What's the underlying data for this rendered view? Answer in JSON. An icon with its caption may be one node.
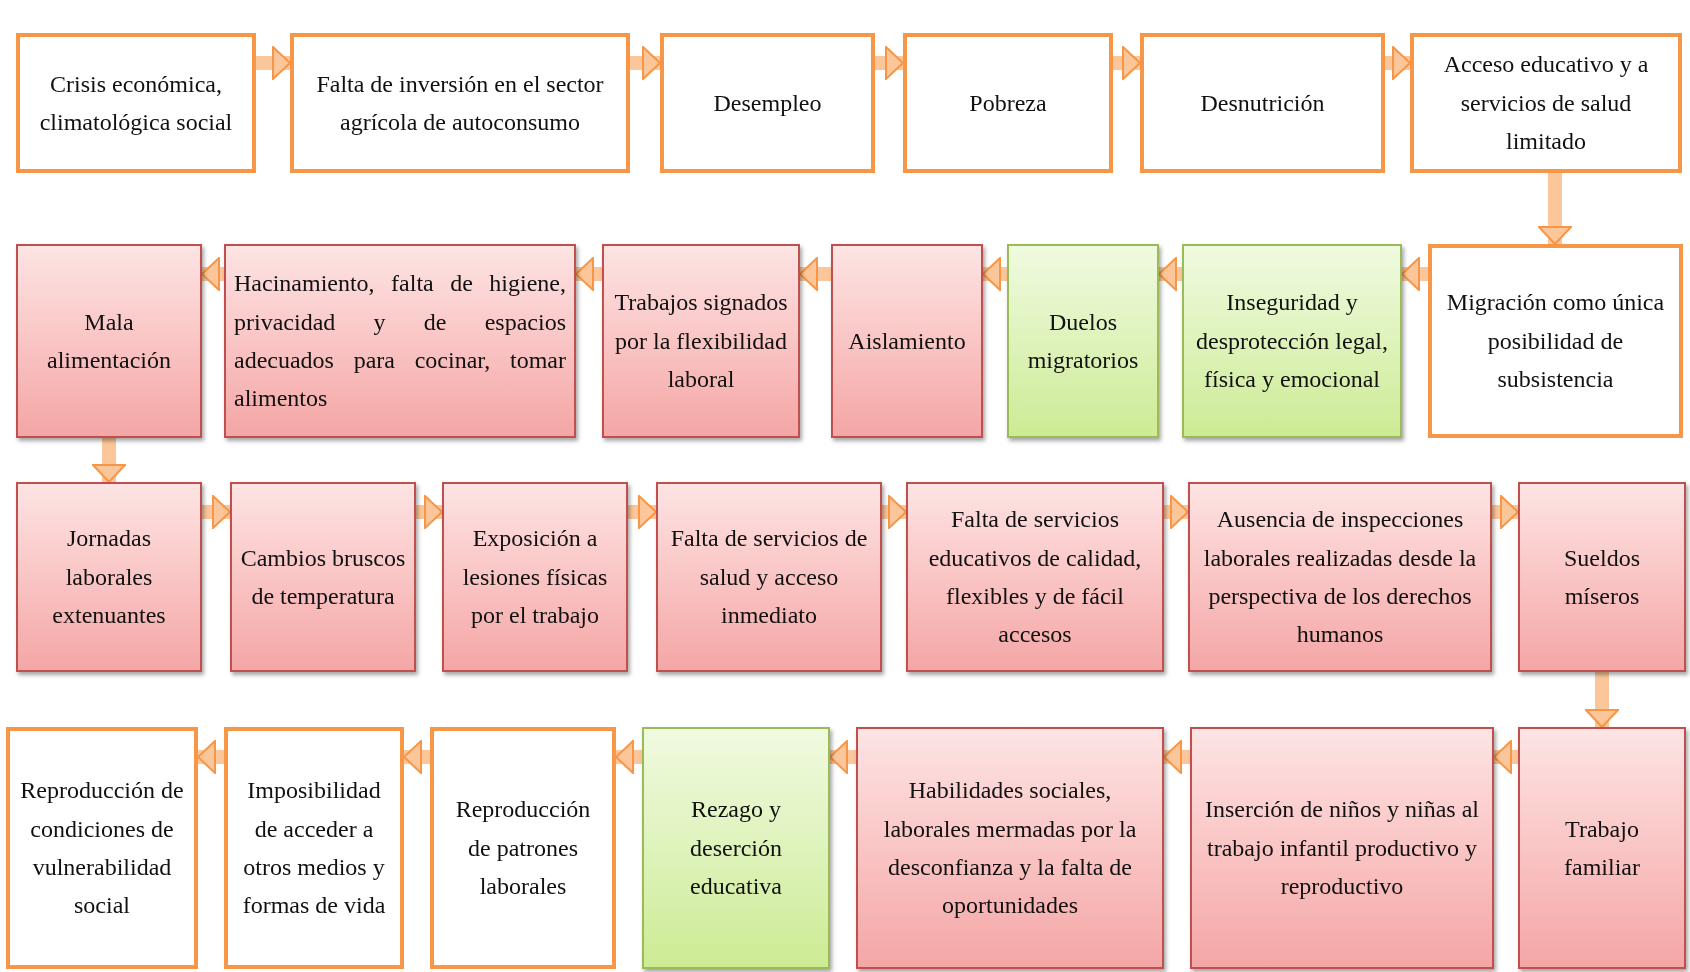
{
  "diagram": {
    "nodes": [
      {
        "text": [
          "Crisis económica, climatológica social"
        ]
      },
      {
        "text": [
          "Falta de inversión en el sector agrícola de autoconsumo"
        ]
      },
      {
        "text": [
          "Desempleo"
        ]
      },
      {
        "text": [
          "Pobreza"
        ]
      },
      {
        "text": [
          "Desnutrición"
        ]
      },
      {
        "text": [
          "Acceso educativo y a servicios de salud limitado"
        ]
      },
      {
        "text": [
          "Migración como única posibilidad de subsistencia"
        ]
      },
      {
        "text": [
          "Inseguridad y desprotección legal, física y emocional"
        ]
      },
      {
        "text": [
          "Duelos migratorios"
        ]
      },
      {
        "text": [
          "Aislamiento"
        ]
      },
      {
        "text": [
          "Trabajos signados por la flexibilidad laboral"
        ]
      },
      {
        "text": [
          "Hacinamiento, falta de higiene, privacidad y de espacios adecuados para cocinar, tomar alimentos"
        ]
      },
      {
        "text": [
          "Mala alimentación"
        ]
      },
      {
        "text": [
          "Jornadas laborales extenuantes"
        ]
      },
      {
        "text": [
          "Cambios bruscos de temperatura"
        ]
      },
      {
        "text": [
          "Exposición a lesiones físicas por el trabajo"
        ]
      },
      {
        "text": [
          "Falta de servicios de salud y acceso inmediato"
        ]
      },
      {
        "text": [
          "Falta de servicios educativos de calidad, flexibles y de fácil accesos"
        ]
      },
      {
        "text": [
          "Ausencia de inspecciones laborales realizadas desde la perspectiva de los derechos humanos"
        ]
      },
      {
        "text": [
          "Sueldos míseros"
        ]
      },
      {
        "text": [
          "Trabajo familiar"
        ]
      },
      {
        "text": [
          "Inserción de niños y niñas al trabajo infantil productivo y reproductivo"
        ]
      },
      {
        "text": [
          "Habilidades sociales, laborales mermadas por la desconfianza y la falta de oportunidades"
        ]
      },
      {
        "text": [
          "Rezago y deserción educativa"
        ]
      },
      {
        "text": [
          "Reproducción de patrones laborales"
        ]
      },
      {
        "text": [
          "Imposibilidad de acceder a otros medios y formas de vida"
        ]
      },
      {
        "text": [
          "Reproducción de condiciones de vulnerabilidad social"
        ]
      }
    ],
    "edges": [
      {
        "from": 0,
        "to": 1,
        "arrow": "to"
      },
      {
        "from": 1,
        "to": 2,
        "arrow": "to"
      },
      {
        "from": 2,
        "to": 3,
        "arrow": "to"
      },
      {
        "from": 3,
        "to": 4,
        "arrow": "to"
      },
      {
        "from": 4,
        "to": 5,
        "arrow": "to"
      },
      {
        "from": 5,
        "to": 6,
        "arrow": "to"
      },
      {
        "from": 6,
        "to": 7,
        "arrow": "to"
      },
      {
        "from": 7,
        "to": 8,
        "arrow": "to"
      },
      {
        "from": 8,
        "to": 9,
        "arrow": "to"
      },
      {
        "from": 9,
        "to": 10,
        "arrow": "to"
      },
      {
        "from": 10,
        "to": 11,
        "arrow": "to"
      },
      {
        "from": 11,
        "to": 12,
        "arrow": "to"
      },
      {
        "from": 12,
        "to": 13,
        "arrow": "to"
      },
      {
        "from": 13,
        "to": 14,
        "arrow": "to"
      },
      {
        "from": 14,
        "to": 15,
        "arrow": "to"
      },
      {
        "from": 15,
        "to": 16,
        "arrow": "to"
      },
      {
        "from": 16,
        "to": 17,
        "arrow": "to"
      },
      {
        "from": 17,
        "to": 18,
        "arrow": "to"
      },
      {
        "from": 18,
        "to": 19,
        "arrow": "to"
      },
      {
        "from": 19,
        "to": 20,
        "arrow": "to"
      },
      {
        "from": 20,
        "to": 21,
        "arrow": "to"
      },
      {
        "from": 21,
        "to": 22,
        "arrow": "to"
      },
      {
        "from": 22,
        "to": 23,
        "arrow": "to"
      },
      {
        "from": 23,
        "to": 24,
        "arrow": "to"
      },
      {
        "from": 24,
        "to": 25,
        "arrow": "to"
      },
      {
        "from": 25,
        "to": 26,
        "arrow": "to"
      }
    ]
  }
}
